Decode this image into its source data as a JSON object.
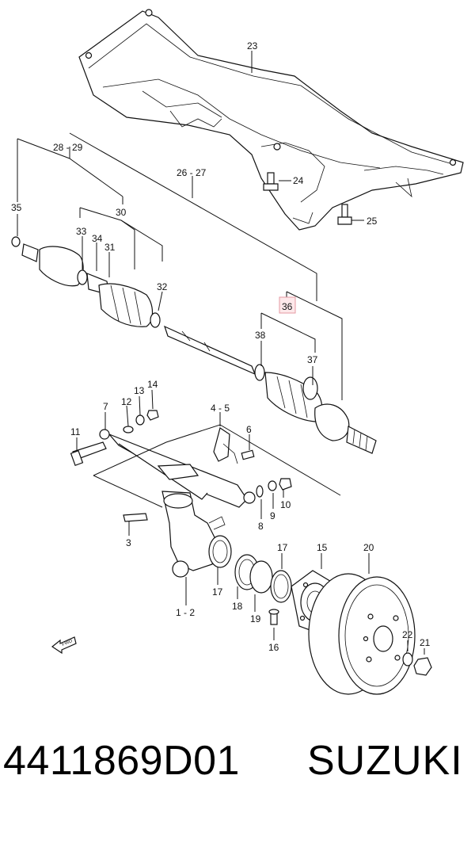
{
  "diagram": {
    "callouts": [
      {
        "id": "c23",
        "text": "23"
      },
      {
        "id": "c28",
        "text": "28 - 29"
      },
      {
        "id": "c26",
        "text": "26 - 27"
      },
      {
        "id": "c24",
        "text": "24"
      },
      {
        "id": "c35",
        "text": "35"
      },
      {
        "id": "c30",
        "text": "30"
      },
      {
        "id": "c25",
        "text": "25"
      },
      {
        "id": "c33",
        "text": "33"
      },
      {
        "id": "c34",
        "text": "34"
      },
      {
        "id": "c31",
        "text": "31"
      },
      {
        "id": "c32",
        "text": "32"
      },
      {
        "id": "c36",
        "text": "36"
      },
      {
        "id": "c38",
        "text": "38"
      },
      {
        "id": "c37",
        "text": "37"
      },
      {
        "id": "c13",
        "text": "13"
      },
      {
        "id": "c14",
        "text": "14"
      },
      {
        "id": "c7",
        "text": "7"
      },
      {
        "id": "c12",
        "text": "12"
      },
      {
        "id": "c45",
        "text": "4 - 5"
      },
      {
        "id": "c11",
        "text": "11"
      },
      {
        "id": "c6",
        "text": "6"
      },
      {
        "id": "c8",
        "text": "8"
      },
      {
        "id": "c9",
        "text": "9"
      },
      {
        "id": "c10",
        "text": "10"
      },
      {
        "id": "c3",
        "text": "3"
      },
      {
        "id": "c17a",
        "text": "17"
      },
      {
        "id": "c15",
        "text": "15"
      },
      {
        "id": "c20",
        "text": "20"
      },
      {
        "id": "c17b",
        "text": "17"
      },
      {
        "id": "c18",
        "text": "18"
      },
      {
        "id": "c19",
        "text": "19"
      },
      {
        "id": "c12b",
        "text": "1 - 2"
      },
      {
        "id": "c22",
        "text": "22"
      },
      {
        "id": "c21",
        "text": "21"
      },
      {
        "id": "c16",
        "text": "16"
      }
    ],
    "fwd_label": "FWD",
    "highlight_color": "#e59aa3"
  },
  "footer": {
    "part_number": "4411869D01",
    "brand": "SUZUKI"
  }
}
